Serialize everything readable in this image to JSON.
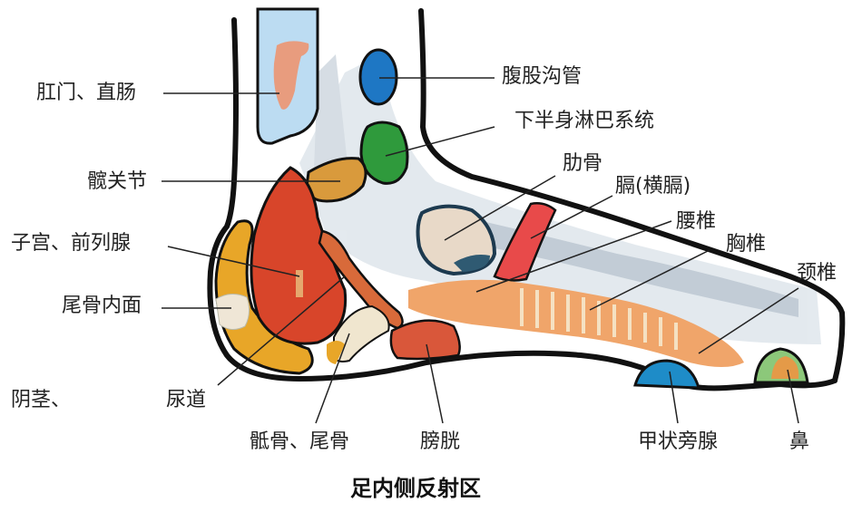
{
  "title": "足内侧反射区",
  "labels": {
    "anus_rectum": "肛门、直肠",
    "inguinal_canal": "腹股沟管",
    "lower_body_lymph": "下半身淋巴系统",
    "hip_joint": "髋关节",
    "ribs": "肋骨",
    "diaphragm": "膈(横膈)",
    "lumbar_spine": "腰椎",
    "thoracic_spine": "胸椎",
    "uterus_prostate": "子宫、前列腺",
    "cervical_spine": "颈椎",
    "coccyx_inner": "尾骨内面",
    "penis": "阴茎、",
    "urethra": "尿道",
    "sacrum_coccyx": "骶骨、尾骨",
    "bladder": "膀胱",
    "parathyroid": "甲状旁腺",
    "nose": "鼻"
  },
  "colors": {
    "outline": "#111111",
    "rectum_box": "#bcdcf2",
    "inguinal": "#1e77c4",
    "lymph": "#2f9a3c",
    "hip": "#d99a3c",
    "uterus": "#d8452a",
    "heel_bone": "#e8a628",
    "ribs_fill": "#e8d9c8",
    "diaphragm": "#e84a4a",
    "spine": "#f0a56a",
    "bladder": "#d9573a",
    "parathyroid": "#1e8cc8",
    "nose_outer": "#8cc87a",
    "nose_inner": "#e49a48",
    "bone_shadow": "#c9d2da"
  }
}
